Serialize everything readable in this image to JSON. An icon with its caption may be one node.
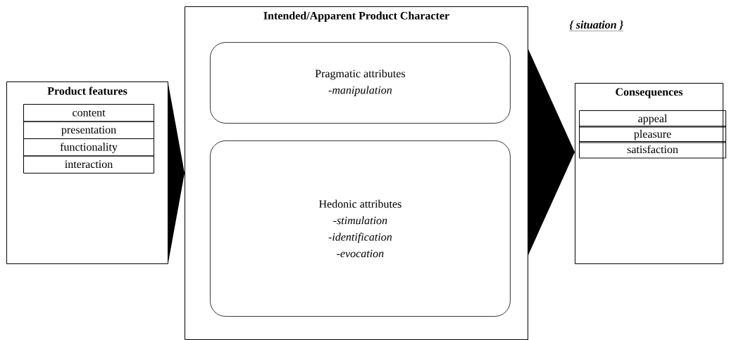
{
  "diagram": {
    "nodes": [
      {
        "text": [
          "Product features"
        ]
      },
      {
        "text": [
          "content"
        ],
        "in": 0
      },
      {
        "text": [
          "presentation"
        ],
        "in": 0
      },
      {
        "text": [
          "functionality"
        ],
        "in": 0
      },
      {
        "text": [
          "interaction"
        ],
        "in": 0
      },
      {
        "text": [
          "Intended/Apparent Product Character"
        ]
      },
      {
        "text": [
          "Pragmatic attributes",
          "-*manipulation*"
        ],
        "in": 5
      },
      {
        "text": [
          "Hedonic attributes",
          "-*stimulation*",
          "-*identification*",
          "-*evocation*"
        ],
        "in": 5
      },
      {
        "text": [
          "Consequences"
        ]
      },
      {
        "text": [
          "appeal"
        ],
        "in": 8
      },
      {
        "text": [
          "pleasure"
        ],
        "in": 8
      },
      {
        "text": [
          "satisfaction"
        ],
        "in": 8
      }
    ],
    "edges": [
      {
        "from": 0,
        "to": 5,
        "arrow": "to"
      },
      {
        "from": 5,
        "to": 8,
        "arrow": "to"
      }
    ],
    "labels": [
      "{ situation }"
    ]
  }
}
